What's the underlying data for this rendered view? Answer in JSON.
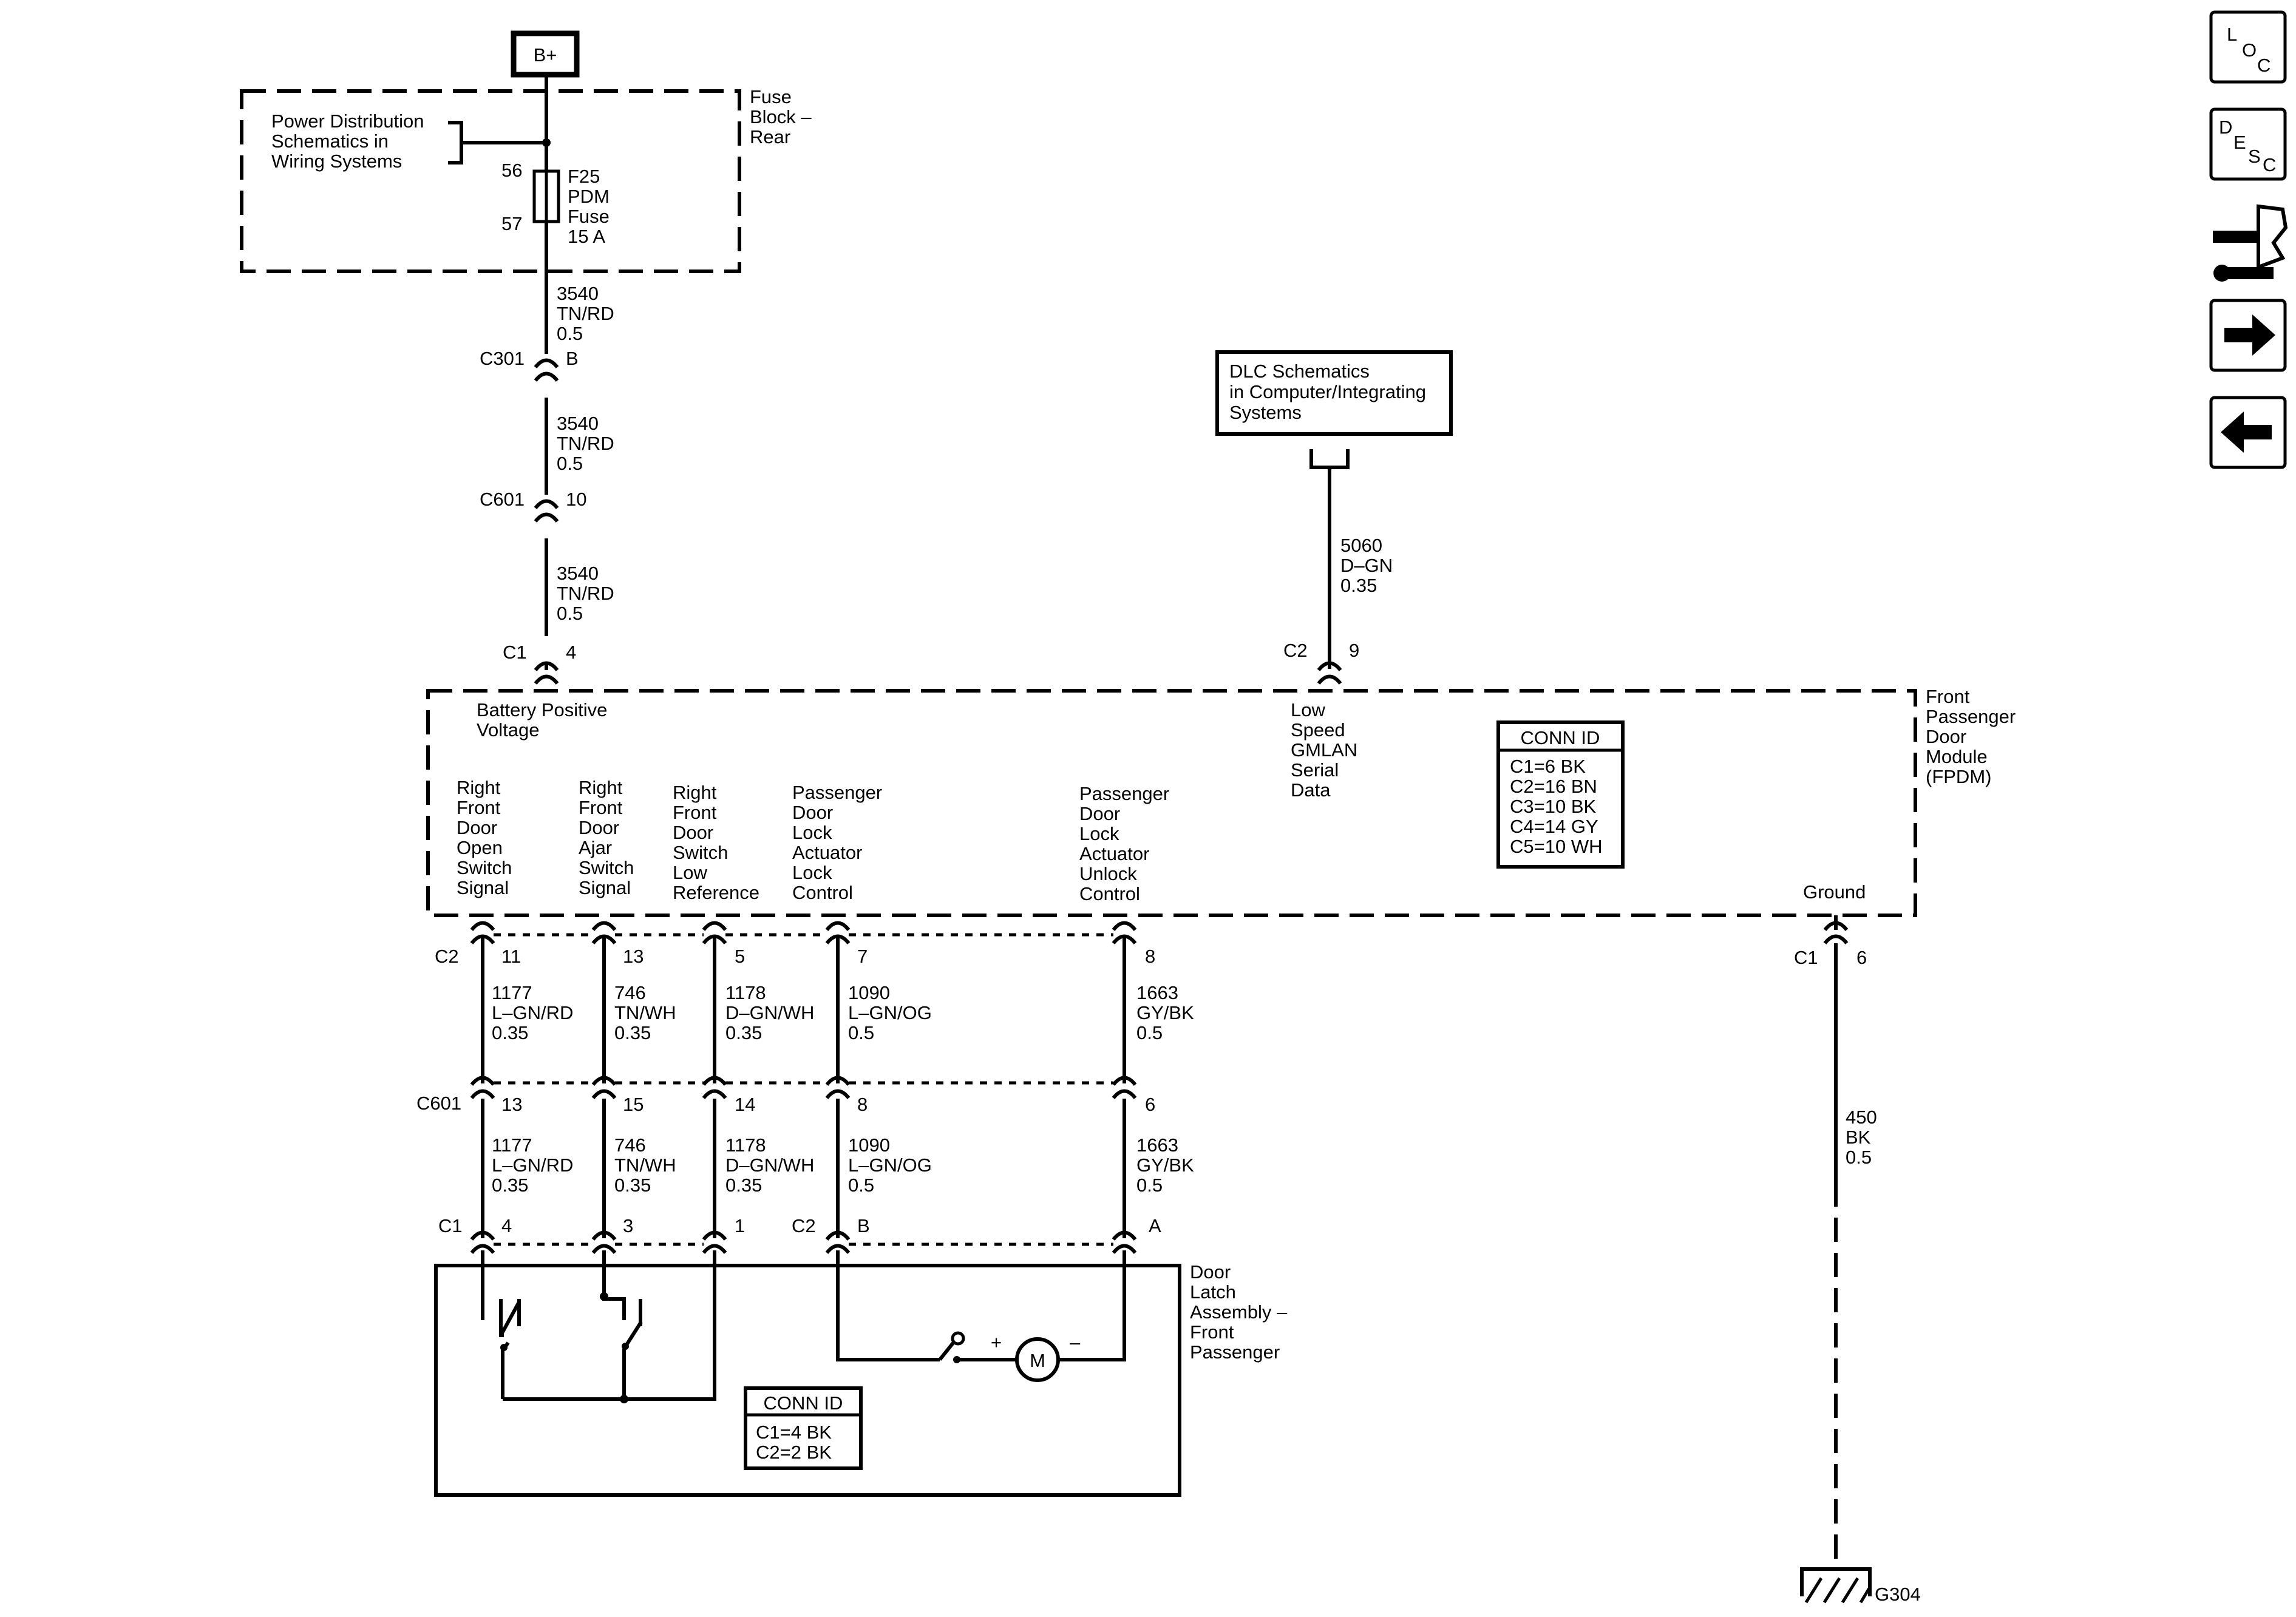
{
  "power": {
    "label": "B+"
  },
  "fuse_block": {
    "label": [
      "Fuse",
      "Block –",
      "Rear"
    ],
    "ref": [
      "Power Distribution",
      "Schematics in",
      "Wiring Systems"
    ],
    "pin_top": "56",
    "pin_bottom": "57",
    "fuse": [
      "F25",
      "PDM",
      "Fuse",
      "15 A"
    ]
  },
  "feed": {
    "segments": [
      {
        "circuit": "3540",
        "color": "TN/RD",
        "size": "0.5"
      },
      {
        "circuit": "3540",
        "color": "TN/RD",
        "size": "0.5"
      },
      {
        "circuit": "3540",
        "color": "TN/RD",
        "size": "0.5"
      }
    ],
    "connectors": [
      {
        "name": "C301",
        "pin": "B"
      },
      {
        "name": "C601",
        "pin": "10"
      },
      {
        "name": "C1",
        "pin": "4"
      }
    ]
  },
  "dlc": {
    "lines": [
      "DLC Schematics",
      "in Computer/Integrating",
      "Systems"
    ],
    "wire": {
      "circuit": "5060",
      "color": "D–GN",
      "size": "0.35"
    },
    "connector": {
      "name": "C2",
      "pin": "9"
    }
  },
  "module": {
    "name": [
      "Front",
      "Passenger",
      "Door",
      "Module",
      "(FPDM)"
    ],
    "battery": [
      "Battery Positive",
      "Voltage"
    ],
    "gmlan": [
      "Low",
      "Speed",
      "GMLAN",
      "Serial",
      "Data"
    ],
    "conn_title": "CONN ID",
    "conn_ids": [
      "C1=6 BK",
      "C2=16 BN",
      "C3=10 BK",
      "C4=14 GY",
      "C5=10 WH"
    ],
    "ground_label": "Ground",
    "signals": [
      [
        "Right",
        "Front",
        "Door",
        "Open",
        "Switch",
        "Signal"
      ],
      [
        "Right",
        "Front",
        "Door",
        "Ajar",
        "Switch",
        "Signal"
      ],
      [
        "Right",
        "Front",
        "Door",
        "Switch",
        "Low",
        "Reference"
      ],
      [
        "Passenger",
        "Door",
        "Lock",
        "Actuator",
        "Lock",
        "Control"
      ],
      [
        "Passenger",
        "Door",
        "Lock",
        "Actuator",
        "Unlock",
        "Control"
      ]
    ]
  },
  "harness": {
    "top_connector": "C2",
    "top_pins": [
      "11",
      "13",
      "5",
      "7",
      "8"
    ],
    "wires_a": [
      {
        "circuit": "1177",
        "color": "L–GN/RD",
        "size": "0.35"
      },
      {
        "circuit": "746",
        "color": "TN/WH",
        "size": "0.35"
      },
      {
        "circuit": "1178",
        "color": "D–GN/WH",
        "size": "0.35"
      },
      {
        "circuit": "1090",
        "color": "L–GN/OG",
        "size": "0.5"
      },
      {
        "circuit": "1663",
        "color": "GY/BK",
        "size": "0.5"
      }
    ],
    "mid_connector": "C601",
    "mid_pins": [
      "13",
      "15",
      "14",
      "8",
      "6"
    ],
    "wires_b": [
      {
        "circuit": "1177",
        "color": "L–GN/RD",
        "size": "0.35"
      },
      {
        "circuit": "746",
        "color": "TN/WH",
        "size": "0.35"
      },
      {
        "circuit": "1178",
        "color": "D–GN/WH",
        "size": "0.35"
      },
      {
        "circuit": "1090",
        "color": "L–GN/OG",
        "size": "0.5"
      },
      {
        "circuit": "1663",
        "color": "GY/BK",
        "size": "0.5"
      }
    ],
    "bottom_connector_left": "C1",
    "bottom_pins_left": [
      "4",
      "3",
      "1"
    ],
    "bottom_connector_right": "C2",
    "bottom_pins_right": [
      "B",
      "A"
    ]
  },
  "latch": {
    "name": [
      "Door",
      "Latch",
      "Assembly –",
      "Front",
      "Passenger"
    ],
    "conn_title": "CONN ID",
    "conn_ids": [
      "C1=4 BK",
      "C2=2 BK"
    ],
    "motor": "M",
    "plus": "+",
    "minus": "–"
  },
  "ground": {
    "connector": {
      "name": "C1",
      "pin": "6"
    },
    "wire": {
      "circuit": "450",
      "color": "BK",
      "size": "0.5"
    },
    "ground_id": "G304"
  },
  "sidebar": {
    "loc": [
      "L",
      "O",
      "C"
    ],
    "desc": [
      "D",
      "E",
      "S",
      "C"
    ],
    "icons": [
      "diagnostic-tool-icon",
      "arrow-right-icon",
      "arrow-left-icon"
    ]
  }
}
